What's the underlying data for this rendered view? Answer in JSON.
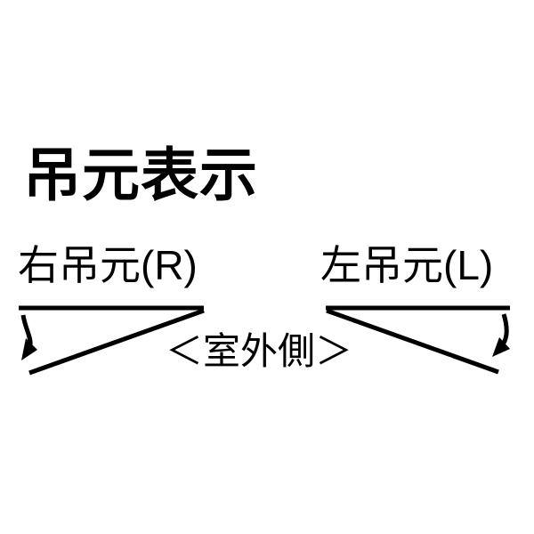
{
  "title": "吊元表示",
  "diagram": {
    "left": {
      "label": "右吊元(R)",
      "meaning": "right-hinged door swing"
    },
    "right": {
      "label": "左吊元(L)",
      "meaning": "left-hinged door swing"
    },
    "center_label": "＜室外側＞"
  },
  "colors": {
    "background": "#ffffff",
    "text": "#000000",
    "line": "#000000"
  }
}
